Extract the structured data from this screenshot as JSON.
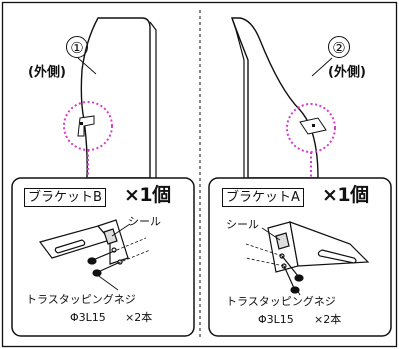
{
  "left_panel": {
    "step_number": "①",
    "side_label": "(外側)",
    "part_label": "ブラケットB",
    "quantity": "×1個",
    "seal_label": "シール",
    "screw_name": "トラスタッピングネジ",
    "screw_spec": "Φ3L15",
    "screw_count": "×2本"
  },
  "right_panel": {
    "step_number": "②",
    "side_label": "(外側)",
    "part_label": "ブラケットA",
    "quantity": "×1個",
    "seal_label": "シール",
    "screw_name": "トラスタッピングネジ",
    "screw_spec": "Φ3L15",
    "screw_count": "×2本"
  },
  "colors": {
    "line": "#111111",
    "highlight": "#d63cc8",
    "background": "#ffffff"
  }
}
